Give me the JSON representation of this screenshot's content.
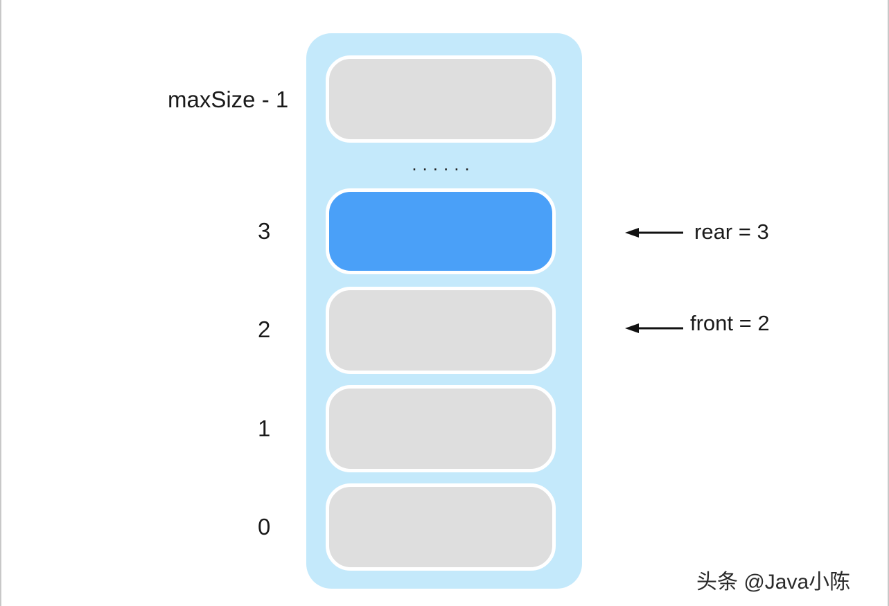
{
  "indices": {
    "top": "maxSize - 1",
    "i3": "3",
    "i2": "2",
    "i1": "1",
    "i0": "0"
  },
  "ellipsis": "......",
  "pointers": {
    "rear": "rear = 3",
    "front": "front = 2"
  },
  "watermark": "头条 @Java小陈",
  "colors": {
    "container": "#c4e9fb",
    "empty_slot": "#dedede",
    "active_slot": "#4aa0f8",
    "slot_border": "#ffffff"
  }
}
